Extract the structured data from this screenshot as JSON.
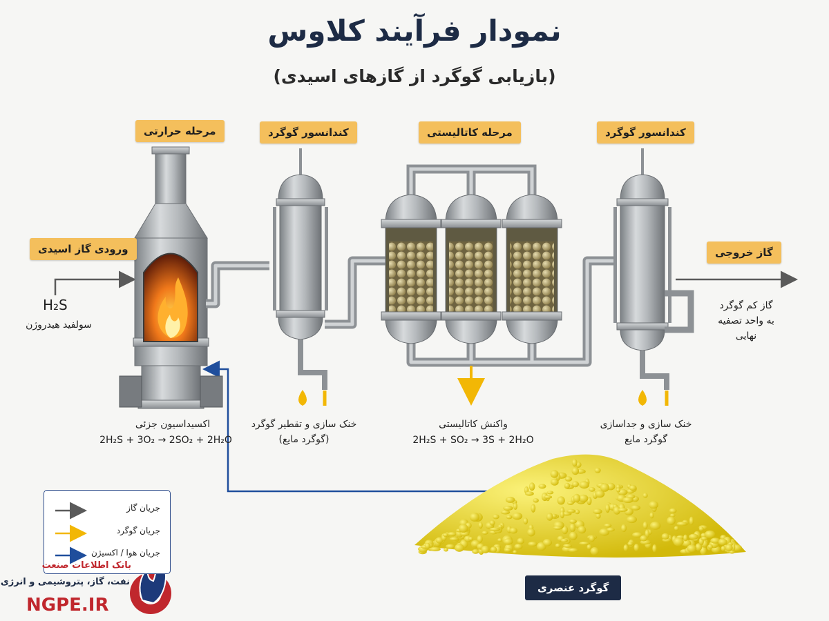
{
  "header": {
    "title": "نمودار فرآیند کلاوس",
    "subtitle": "(بازیابی گوگرد از گازهای اسیدی)"
  },
  "stages": {
    "thermal": "مرحله حرارتی",
    "condenser1": "کندانسور گوگرد",
    "catalytic": "مرحله کاتالیستی",
    "condenser2": "کندانسور گوگرد"
  },
  "inlet": {
    "label": "ورودی گاز اسیدی",
    "formula": "H₂S",
    "name": "سولفید هیدروژن"
  },
  "outlet": {
    "label": "گاز خروجی",
    "desc_line1": "گاز کم گوگرد",
    "desc_line2": "به واحد تصفیه",
    "desc_line3": "نهایی"
  },
  "captions": {
    "thermal_title": "اکسیداسیون جزئی",
    "thermal_eq": "2H₂S + 3O₂ → 2SO₂ + 2H₂O",
    "cond1_line1": "خنک سازی و تقطیر گوگرد",
    "cond1_line2": "(گوگرد مایع)",
    "cat_title": "واکنش کاتالیستی",
    "cat_eq": "2H₂S + SO₂ → 3S + 2H₂O",
    "cond2_line1": "خنک سازی و جداسازی",
    "cond2_line2": "گوگرد مایع"
  },
  "product": {
    "label": "گوگرد عنصری"
  },
  "legend": {
    "items": [
      {
        "label": "جریان گاز",
        "color": "#5a5a5a"
      },
      {
        "label": "جریان گوگرد",
        "color": "#f2b705"
      },
      {
        "label": "جریان هوا / اکسیژن",
        "color": "#1f4e9c"
      }
    ]
  },
  "brand": {
    "line1": "بانک اطلاعات صنعت",
    "line2": "نفت، گاز، پتروشیمی و انرژی",
    "site": "NGPE.IR"
  },
  "colors": {
    "title": "#1d2b45",
    "tag": "#f4bf5c",
    "steel": "#a9adb1",
    "fire": "#f28a1a",
    "sulfur": "#f2e030",
    "air_flow": "#1f4e9c",
    "gas_flow": "#5a5a5a",
    "brand": "#c0272d"
  }
}
